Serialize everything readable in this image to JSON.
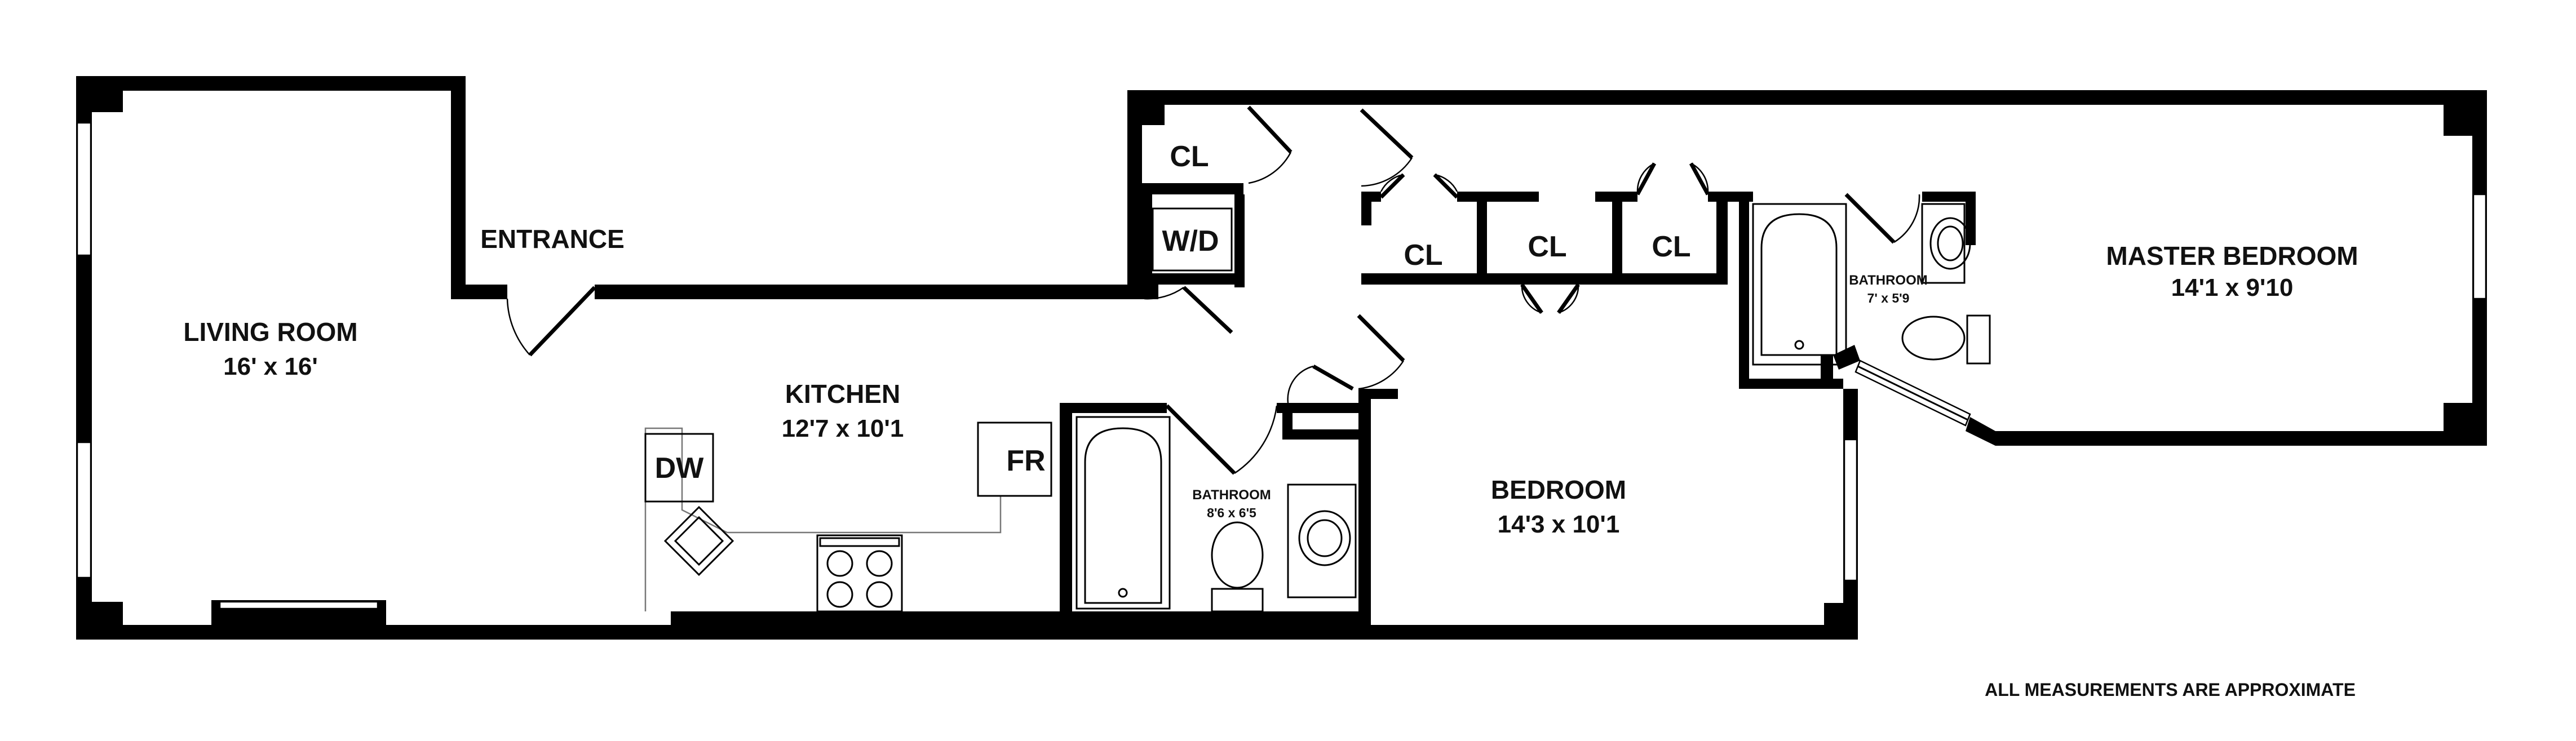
{
  "rooms": {
    "living": {
      "name": "LIVING ROOM",
      "dims": "16' x 16'"
    },
    "entrance": {
      "name": "ENTRANCE"
    },
    "kitchen": {
      "name": "KITCHEN",
      "dims": "12'7 x 10'1"
    },
    "bathroom1": {
      "name": "BATHROOM",
      "dims": "8'6 x 6'5"
    },
    "bedroom": {
      "name": "BEDROOM",
      "dims": "14'3 x 10'1"
    },
    "bathroom2": {
      "name": "BATHROOM",
      "dims": "7' x 5'9"
    },
    "master": {
      "name": "MASTER BEDROOM",
      "dims": "14'1 x 9'10"
    }
  },
  "closets": {
    "cl1": "CL",
    "cl2": "CL",
    "cl3": "CL",
    "cl4": "CL"
  },
  "appliances": {
    "washer_dryer": "W/D",
    "dishwasher": "DW",
    "fridge": "FR"
  },
  "note": "ALL MEASUREMENTS ARE APPROXIMATE"
}
